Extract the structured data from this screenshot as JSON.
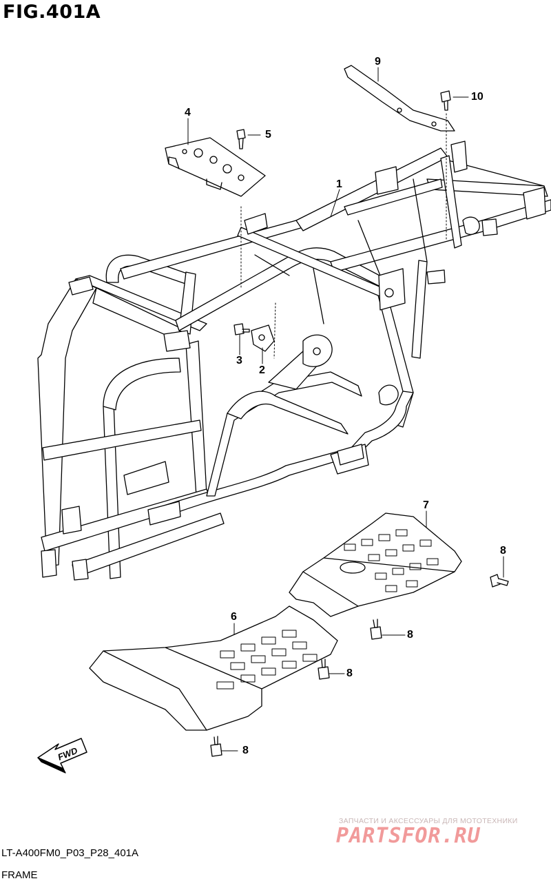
{
  "figure": {
    "title": "FIG.401A",
    "code": "LT-A400FM0_P03_P28_401A",
    "caption": "FRAME"
  },
  "callouts": [
    {
      "number": "1"
    },
    {
      "number": "2"
    },
    {
      "number": "3"
    },
    {
      "number": "4"
    },
    {
      "number": "5"
    },
    {
      "number": "6"
    },
    {
      "number": "7"
    },
    {
      "number": "8"
    },
    {
      "number": "8"
    },
    {
      "number": "8"
    },
    {
      "number": "8"
    },
    {
      "number": "9"
    },
    {
      "number": "10"
    }
  ],
  "direction_marker": {
    "label": "FWD"
  },
  "watermark": {
    "tagline": "ЗАПЧАСТИ И АКСЕССУАРЫ ДЛЯ МОТОТЕХНИКИ",
    "brand": "PARTSFOR.RU"
  }
}
